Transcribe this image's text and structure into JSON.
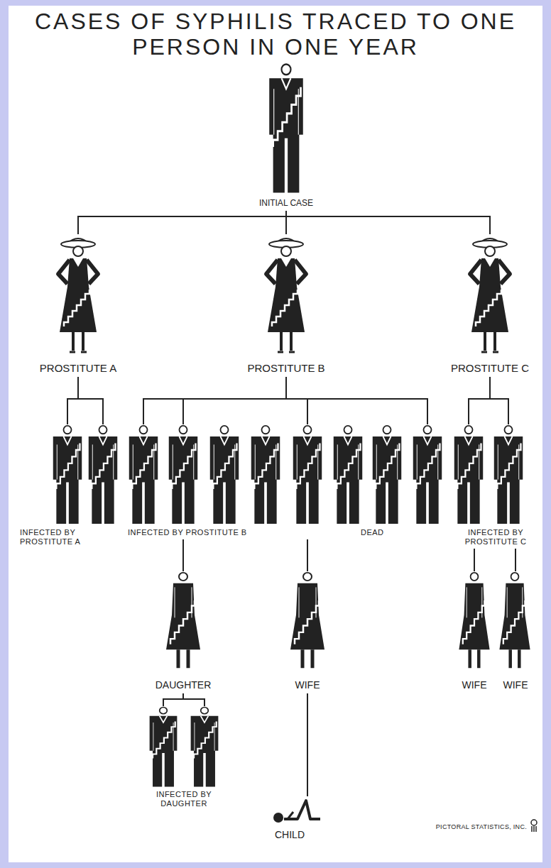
{
  "diagram": {
    "title": "CASES OF SYPHILIS TRACED TO ONE PERSON IN ONE YEAR",
    "nodes": [
      {
        "text": [
          "INITIAL CASE"
        ]
      },
      {
        "text": [
          "PROSTITUTE A"
        ]
      },
      {
        "text": [
          "PROSTITUTE B"
        ]
      },
      {
        "text": [
          "PROSTITUTE C"
        ]
      },
      {
        "text": [
          "INFECTED BY PROSTITUTE A"
        ]
      },
      {
        "text": [
          "INFECTED BY PROSTITUTE B",
          "DEAD"
        ]
      },
      {
        "text": [
          "INFECTED BY PROSTITUTE C"
        ]
      },
      {
        "text": [
          "DAUGHTER"
        ]
      },
      {
        "text": [
          "WIFE"
        ]
      },
      {
        "text": [
          "WIFE"
        ]
      },
      {
        "text": [
          "WIFE"
        ]
      },
      {
        "text": [
          "INFECTED BY DAUGHTER"
        ]
      },
      {
        "text": [
          "CHILD"
        ]
      }
    ],
    "edges": [
      {
        "from": 0,
        "to": 1,
        "arrow": "none"
      },
      {
        "from": 0,
        "to": 2,
        "arrow": "none"
      },
      {
        "from": 0,
        "to": 3,
        "arrow": "none"
      },
      {
        "from": 1,
        "to": 4,
        "arrow": "none"
      },
      {
        "from": 2,
        "to": 5,
        "arrow": "none"
      },
      {
        "from": 3,
        "to": 6,
        "arrow": "none"
      },
      {
        "from": 5,
        "to": 7,
        "arrow": "none"
      },
      {
        "from": 5,
        "to": 8,
        "arrow": "none"
      },
      {
        "from": 6,
        "to": 9,
        "arrow": "none"
      },
      {
        "from": 6,
        "to": 10,
        "arrow": "none"
      },
      {
        "from": 7,
        "to": 11,
        "arrow": "none"
      },
      {
        "from": 8,
        "to": 12,
        "arrow": "none"
      }
    ],
    "labels": [
      "PICTORAL STATISTICS, INC."
    ]
  }
}
